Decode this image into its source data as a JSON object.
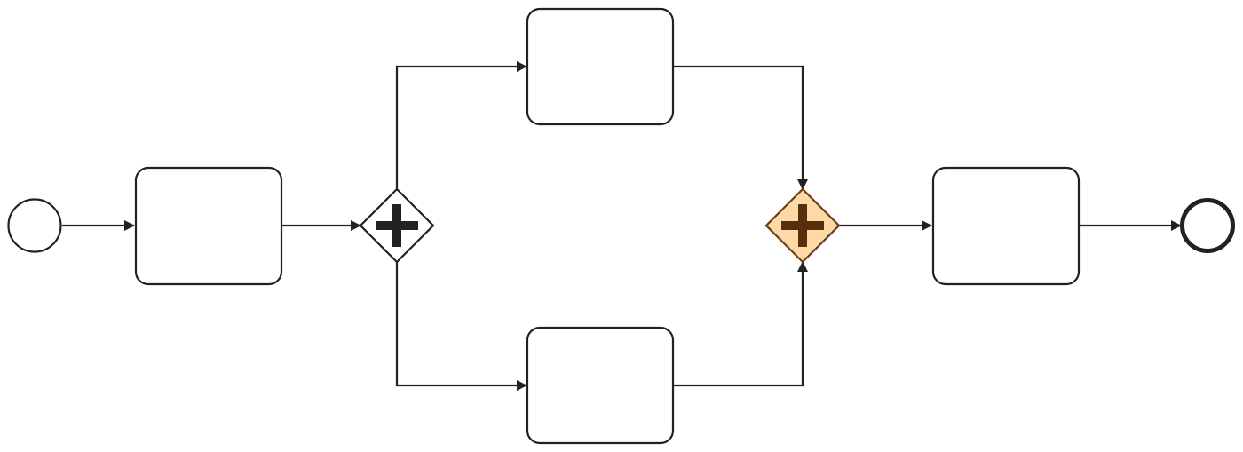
{
  "diagram": {
    "type": "bpmn-process",
    "nodes": [
      {
        "id": "start",
        "kind": "start-event",
        "label": ""
      },
      {
        "id": "task1",
        "kind": "task",
        "label": ""
      },
      {
        "id": "split",
        "kind": "parallel-gateway",
        "label": ""
      },
      {
        "id": "task2",
        "kind": "task",
        "label": ""
      },
      {
        "id": "task3",
        "kind": "task",
        "label": ""
      },
      {
        "id": "join",
        "kind": "parallel-gateway",
        "label": "",
        "highlighted": true
      },
      {
        "id": "task4",
        "kind": "task",
        "label": ""
      },
      {
        "id": "end",
        "kind": "end-event",
        "label": ""
      }
    ],
    "flows": [
      {
        "from": "start",
        "to": "task1"
      },
      {
        "from": "task1",
        "to": "split"
      },
      {
        "from": "split",
        "to": "task2"
      },
      {
        "from": "split",
        "to": "task3"
      },
      {
        "from": "task2",
        "to": "join"
      },
      {
        "from": "task3",
        "to": "join"
      },
      {
        "from": "join",
        "to": "task4"
      },
      {
        "from": "task4",
        "to": "end"
      }
    ],
    "colors": {
      "stroke": "#222222",
      "fill": "#ffffff",
      "highlight_fill": "#fcd9a6",
      "highlight_stroke": "#6b3d12",
      "highlight_marker": "#5a2e0c"
    }
  }
}
